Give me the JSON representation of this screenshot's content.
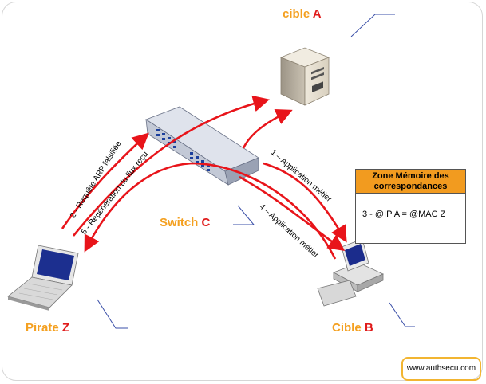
{
  "labels": {
    "cible_a": {
      "name": "cible ",
      "letter": "A"
    },
    "switch_c": {
      "name": "Switch ",
      "letter": "C"
    },
    "pirate_z": {
      "name": "Pirate ",
      "letter": "Z"
    },
    "cible_b": {
      "name": "Cible ",
      "letter": "B"
    }
  },
  "arrows": {
    "step1": "1 – Application métier",
    "step2": "2 - Requête ARP falsifiée",
    "step4": "4 – Application métier",
    "step5": "5 - Regénération du flux reçu"
  },
  "memory_zone": {
    "title": "Zone Mémoire des correspondances",
    "entry": "3 - @IP A = @MAC Z"
  },
  "watermark": "www.authsecu.com",
  "colors": {
    "arrow": "#e8141a",
    "label_name": "#f4a020",
    "label_letter": "#e01b1b",
    "zone_header": "#f29b1f"
  }
}
